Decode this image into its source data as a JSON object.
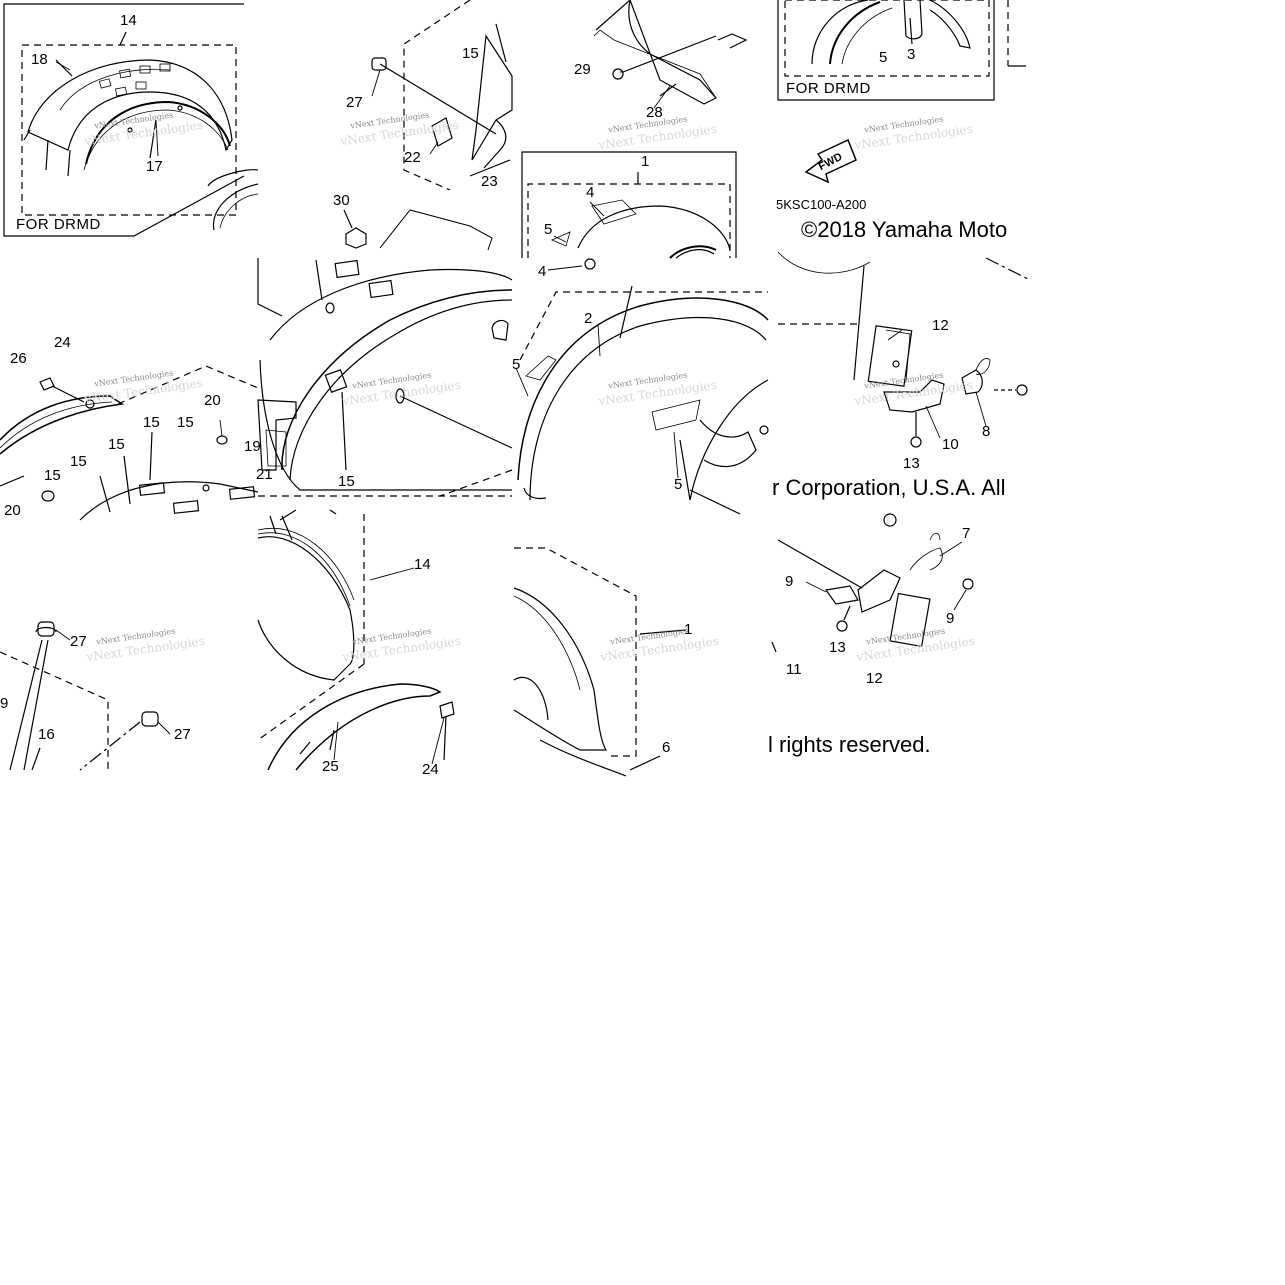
{
  "box_labels": {
    "top_left": "FOR DRMD",
    "top_right": "FOR DRMD"
  },
  "diagram_code": "5KSC100-A200",
  "fwd_arrow": "FWD",
  "copyright": {
    "line1": "©2018 Yamaha Moto",
    "line2": "r Corporation, U.S.A. All",
    "line3": "l rights reserved."
  },
  "watermark": {
    "small": "vNext Technologies",
    "large": "vNext Technologies"
  },
  "callouts": {
    "c01": "14",
    "c02": "18",
    "c03": "17",
    "c04": "27",
    "c05": "15",
    "c06": "22",
    "c07": "23",
    "c08": "29",
    "c09": "28",
    "c10": "5",
    "c11": "3",
    "c12": "1",
    "c13": "4",
    "c14": "5",
    "c15": "4",
    "c16": "30",
    "c17": "24",
    "c18": "26",
    "c19": "15",
    "c20": "15",
    "c21": "20",
    "c22": "19",
    "c23": "15",
    "c24": "15",
    "c25": "15",
    "c26": "20",
    "c27": "21",
    "c28": "15",
    "c29": "2",
    "c30": "5",
    "c31": "5",
    "c32": "12",
    "c33": "8",
    "c34": "10",
    "c35": "13",
    "c36": "7",
    "c37": "9",
    "c38": "9",
    "c39": "13",
    "c40": "11",
    "c41": "12",
    "c42": "27",
    "c43": "16",
    "c44": "27",
    "c45": "9",
    "c46": "14",
    "c47": "25",
    "c48": "24",
    "c49": "1",
    "c50": "6"
  }
}
